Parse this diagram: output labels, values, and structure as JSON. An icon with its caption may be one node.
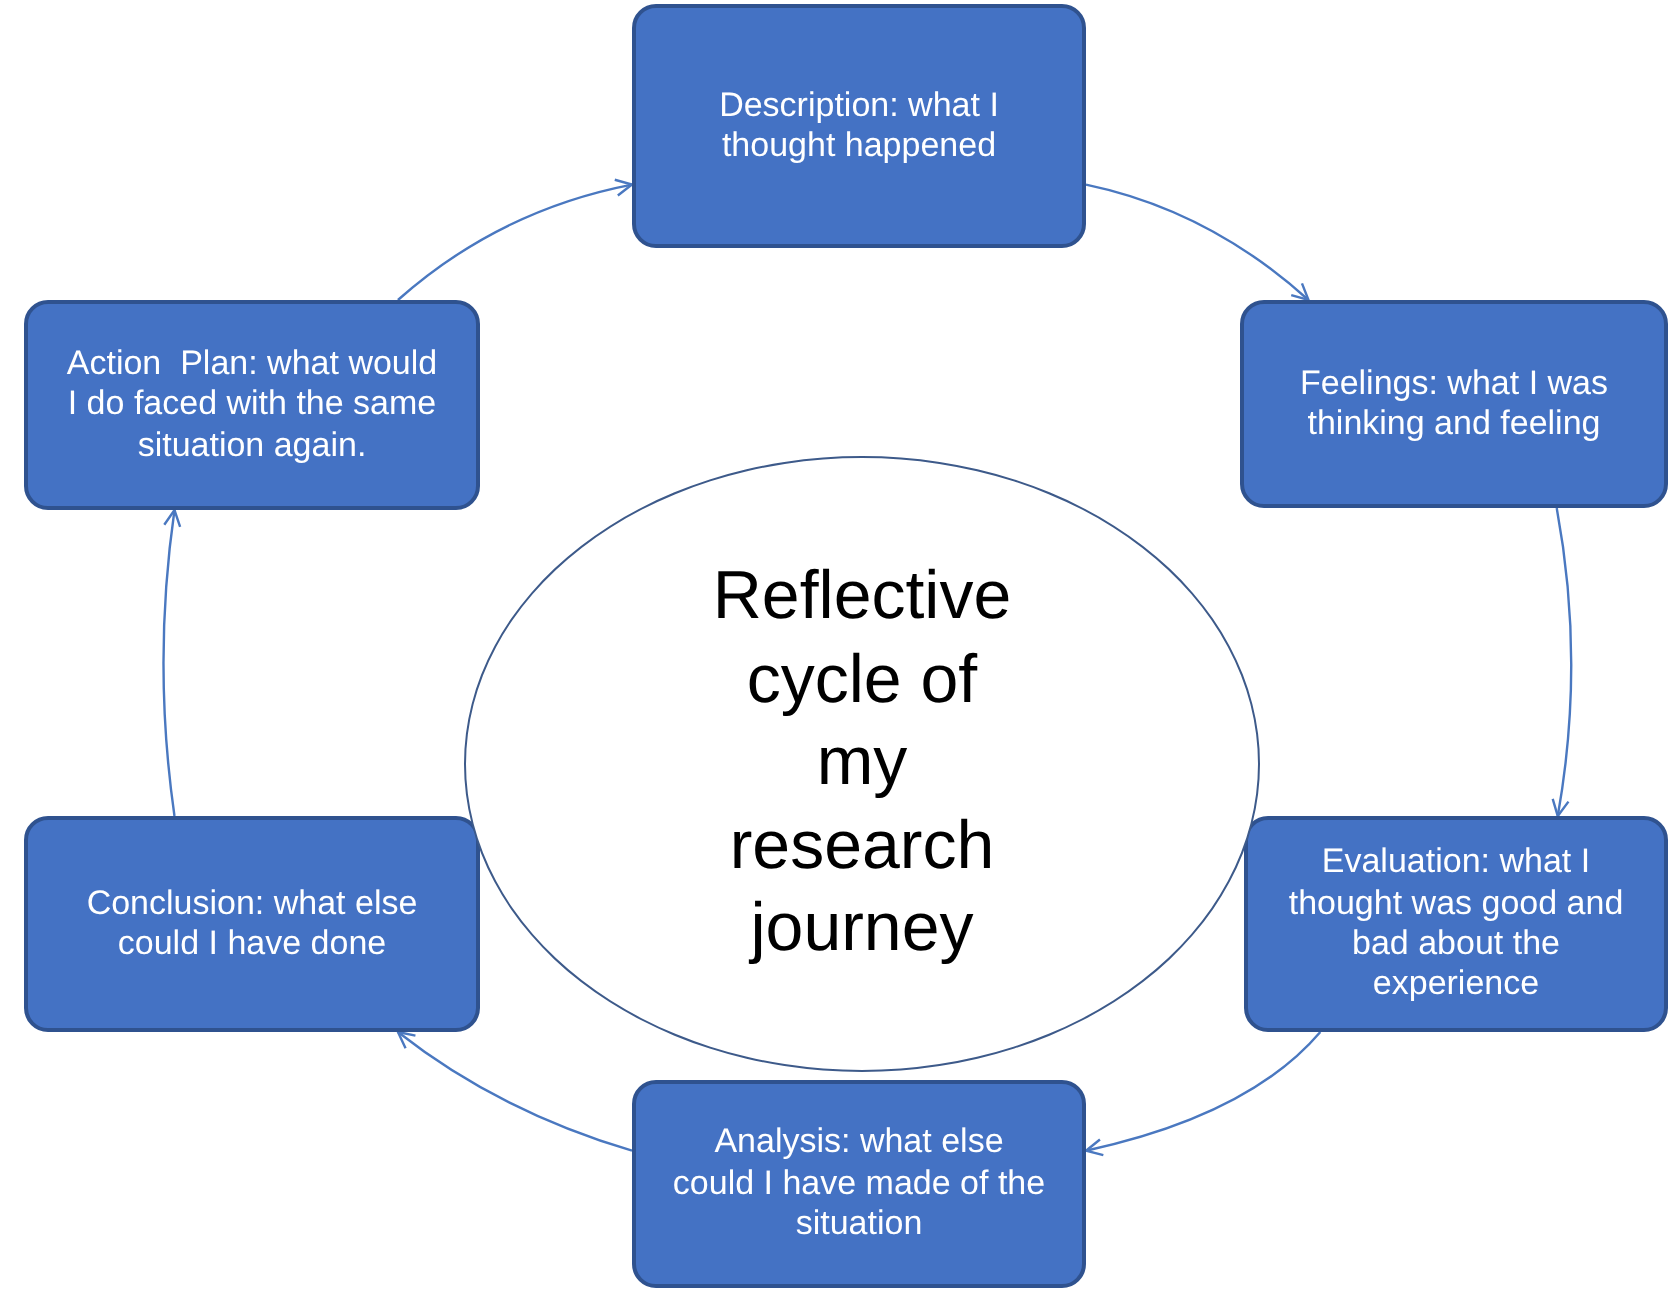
{
  "diagram": {
    "nodes": [
      {
        "text": [
          "Description: what I thought happened"
        ]
      },
      {
        "text": [
          "Feelings: what I was thinking and feeling"
        ]
      },
      {
        "text": [
          "Evaluation: what I thought was good and bad about the experience"
        ]
      },
      {
        "text": [
          "Analysis: what else could I have made of the situation"
        ]
      },
      {
        "text": [
          "Conclusion: what else could I have done"
        ]
      },
      {
        "text": [
          "Action  Plan: what would I do faced with the same situation again."
        ]
      },
      {
        "text": [
          "Reflective cycle of my research journey"
        ]
      }
    ],
    "edges": [
      {
        "from": 0,
        "to": 1,
        "arrow": "to"
      },
      {
        "from": 1,
        "to": 2,
        "arrow": "to"
      },
      {
        "from": 2,
        "to": 3,
        "arrow": "to"
      },
      {
        "from": 3,
        "to": 4,
        "arrow": "to"
      },
      {
        "from": 4,
        "to": 5,
        "arrow": "to"
      },
      {
        "from": 5,
        "to": 0,
        "arrow": "to"
      }
    ]
  }
}
